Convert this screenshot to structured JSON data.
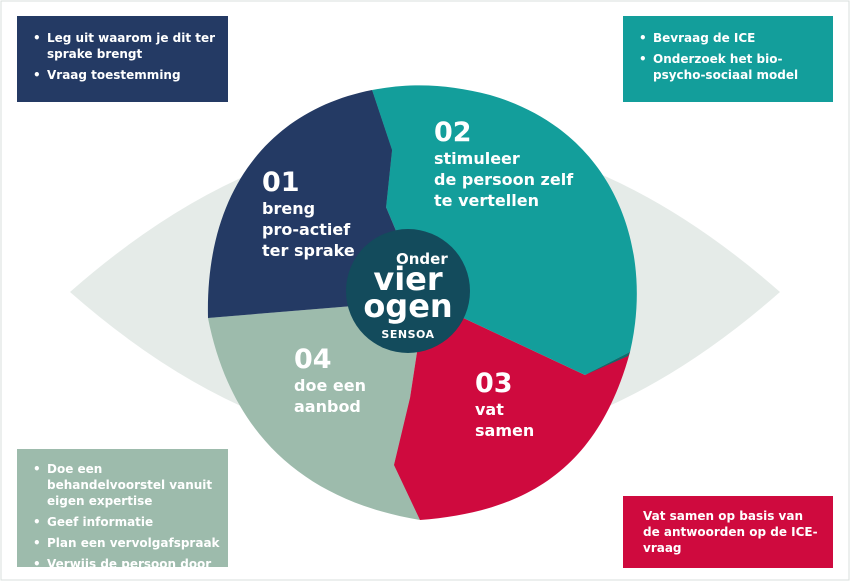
{
  "colors": {
    "dark_blue": "#243a64",
    "teal": "#139e9b",
    "red": "#cf0a3e",
    "sage": "#9dbbac",
    "eye": "#e5ebe8",
    "center": "#134b5c"
  },
  "boxes": {
    "top_left": {
      "items": [
        "Leg uit waarom je dit ter sprake brengt",
        "Vraag toestemming"
      ]
    },
    "top_right": {
      "items": [
        "Bevraag de ICE",
        "Onderzoek het bio-psycho-sociaal model"
      ]
    },
    "bottom_left": {
      "items": [
        "Doe een behandelvoorstel vanuit eigen expertise",
        "Geef informatie",
        "Plan een vervolgafspraak",
        "Verwijs de persoon door"
      ]
    },
    "bottom_right": {
      "text": "Vat samen op basis van de antwoorden op de ICE-vraag"
    }
  },
  "segments": [
    {
      "number": "01",
      "lines": [
        "breng",
        "pro-actief",
        "ter sprake"
      ]
    },
    {
      "number": "02",
      "lines": [
        "stimuleer",
        "de persoon zelf",
        "te vertellen"
      ]
    },
    {
      "number": "03",
      "lines": [
        "vat",
        "samen"
      ]
    },
    {
      "number": "04",
      "lines": [
        "doe een",
        "aanbod"
      ]
    }
  ],
  "center": {
    "line1": "Onder",
    "line2": "vier",
    "line3": "ogen",
    "brand": "SENSOA"
  }
}
